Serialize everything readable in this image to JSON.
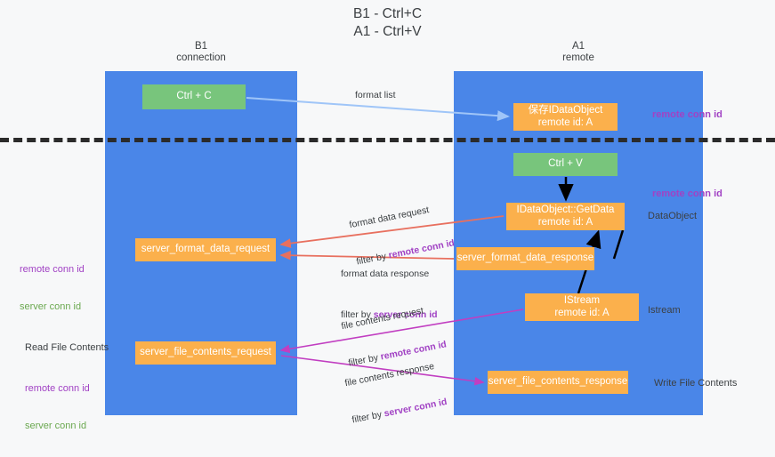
{
  "diagram": {
    "title": "B1 - Ctrl+C\nA1 - Ctrl+V",
    "colors": {
      "lane": "#4a86e8",
      "green_node": "#78c57c",
      "orange_node": "#fbb04c",
      "purple_text": "#a142c4",
      "green_text": "#6aa84f",
      "blue_arrow": "#9fc5f8",
      "red_arrow": "#e8705f",
      "magenta_arrow": "#c13ec1",
      "black_arrow": "#000000",
      "separator": "#2b2b2b",
      "background": "#f7f8f9"
    },
    "lanes": [
      {
        "id": "b1",
        "title": "B1\nconnection"
      },
      {
        "id": "a1",
        "title": "A1\nremote"
      }
    ],
    "nodes": {
      "ctrl_c": "Ctrl + C",
      "idataobject": "保存IDataObject\nremote id: A",
      "ctrl_v": "Ctrl + V",
      "getdata": "IDataObject::GetData\nremote id: A",
      "server_format_data_request": "server_format_data_request",
      "server_format_data_response": "server_format_data_response",
      "istream": "IStream\nremote id: A",
      "server_file_contents_request": "server_file_contents_request",
      "server_file_contents_response": "server_file_contents_response"
    },
    "edge_labels": {
      "format_list": "format list",
      "format_data_request": "format data request",
      "format_data_request_filter_prefix": "filter by ",
      "format_data_request_filter_key": "remote conn id",
      "format_data_response": "format data response",
      "format_data_response_filter_prefix": "filter by ",
      "format_data_response_filter_key": "server conn id",
      "file_contents_request": "file contents request",
      "file_contents_request_filter_prefix": "filter by ",
      "file_contents_request_filter_key": "remote conn id",
      "file_contents_response": "file contents response",
      "file_contents_response_filter_prefix": "filter by ",
      "file_contents_response_filter_key": "server conn id"
    },
    "annotations": {
      "remote_conn_id_top": "remote conn id",
      "remote_conn_id_mid": "remote conn id",
      "dataobject": "DataObject",
      "istream": "Istream",
      "write_file_contents": "Write File Contents",
      "read_file_contents": "Read File Contents",
      "left_remote_conn_id": "remote conn id",
      "left_server_conn_id": "server conn id",
      "left_remote_conn_id_2": "remote conn id",
      "left_server_conn_id_2": "server conn id"
    }
  }
}
